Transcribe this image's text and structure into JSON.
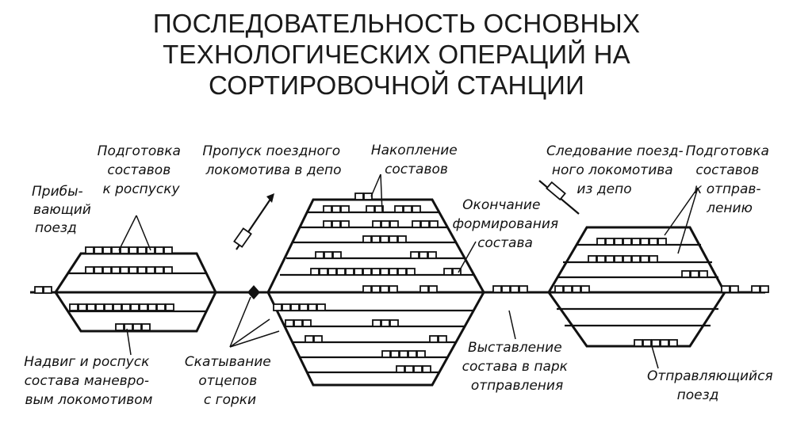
{
  "title": {
    "line1": "ПОСЛЕДОВАТЕЛЬНОСТЬ ОСНОВНЫХ",
    "line2": "ТЕХНОЛОГИЧЕСКИХ ОПЕРАЦИЙ НА",
    "line3": "СОРТИРОВОЧНОЙ СТАНЦИИ"
  },
  "labels": {
    "arriving_train": [
      "Прибы-",
      "вающий",
      "поезд"
    ],
    "prep_for_hump": [
      "Подготовка",
      "составов",
      "к роспуску"
    ],
    "locomotive_pass": [
      "Пропуск поездного",
      "локомотива в депо"
    ],
    "accumulation": [
      "Накопление",
      "составов"
    ],
    "end_formation": [
      "Окончание",
      "формирования",
      "состава"
    ],
    "locomotive_from_depot": [
      "Следование поезд-",
      "ного локомотива",
      "из депо"
    ],
    "prep_for_departure": [
      "Подготовка",
      "составов",
      "к отправ-",
      "лению"
    ],
    "pushing_humping": [
      "Надвиг и роспуск",
      "состава маневро-",
      "вым локомотивом"
    ],
    "rolling_cuts": [
      "Скатывание",
      "отцепов",
      "с горки"
    ],
    "moving_to_departure": [
      "Выставление",
      "состава в парк",
      "отправления"
    ],
    "departing_train": [
      "Отправляющийся",
      "поезд"
    ]
  }
}
